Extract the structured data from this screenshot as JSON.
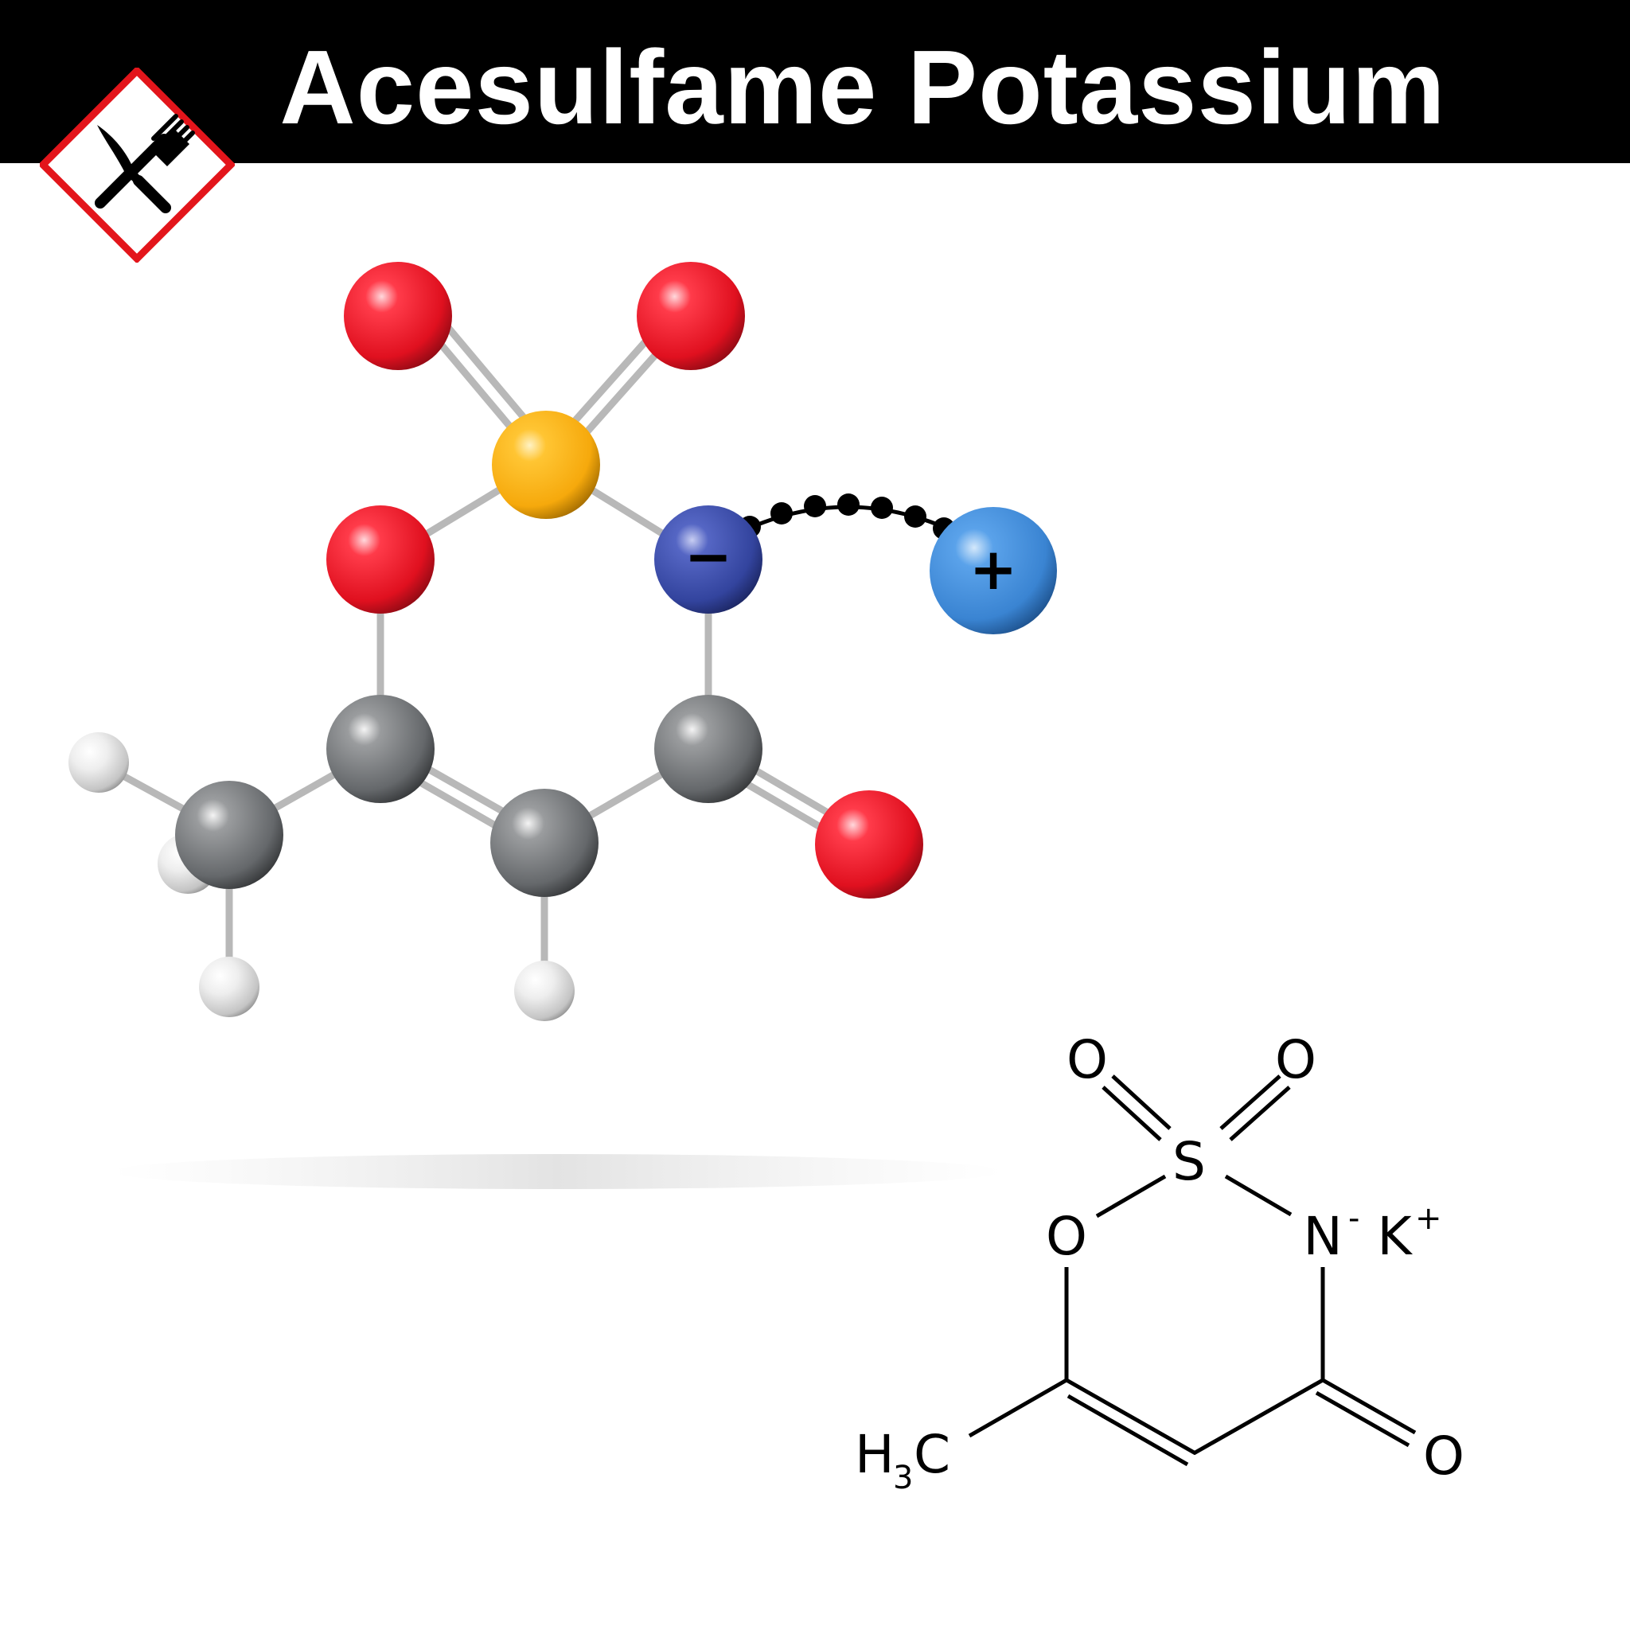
{
  "header": {
    "title": "Acesulfame Potassium",
    "icon": "food-safe-diamond-icon",
    "accent_color": "#e3151b"
  },
  "model": {
    "atom_colors": {
      "oxygen": "#ea1c2b",
      "sulfur": "#fbb614",
      "nitrogen": "#3a4fb0",
      "potassium": "#3f8ad7",
      "carbon": "#6f7275",
      "hydrogen": "#e6e6e6"
    },
    "nitrogen_charge": "−",
    "potassium_charge": "+"
  },
  "formula": {
    "o_top_left": "O",
    "o_top_right": "O",
    "s": "S",
    "o_ring": "O",
    "n": "N",
    "n_charge": "-",
    "k": "K",
    "k_charge": "+",
    "h": "H",
    "h_sub": "3",
    "c": "C",
    "o_carbonyl": "O"
  }
}
